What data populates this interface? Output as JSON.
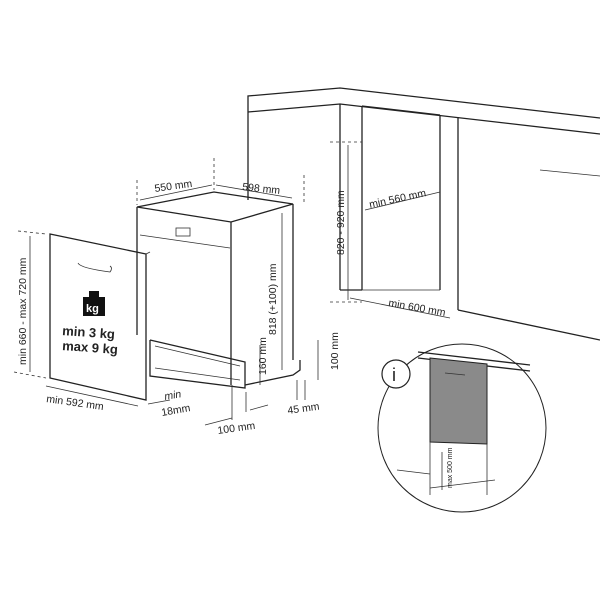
{
  "labels": {
    "depth": "550 mm",
    "width": "598 mm",
    "height": "818 (+100) mm",
    "niche_height": "820 - 920 mm",
    "niche_width": "min 560 mm",
    "niche_depth": "min 600 mm",
    "door_height": "min 660 - max 720 mm",
    "door_width": "min 592 mm",
    "door_thickness_min": "min",
    "door_thickness_value": "18mm",
    "plinth_height": "160 mm",
    "leg_adjust": "100 mm",
    "plinth_depth": "100 mm",
    "rear_gap": "45 mm",
    "weight_min": "min  3 kg",
    "weight_max": "max 9 kg",
    "weight_icon_text": "kg",
    "detail_info": "i",
    "detail_max": "max 500 mm"
  },
  "colors": {
    "line": "#222222",
    "panel": "#8a8a8a"
  }
}
